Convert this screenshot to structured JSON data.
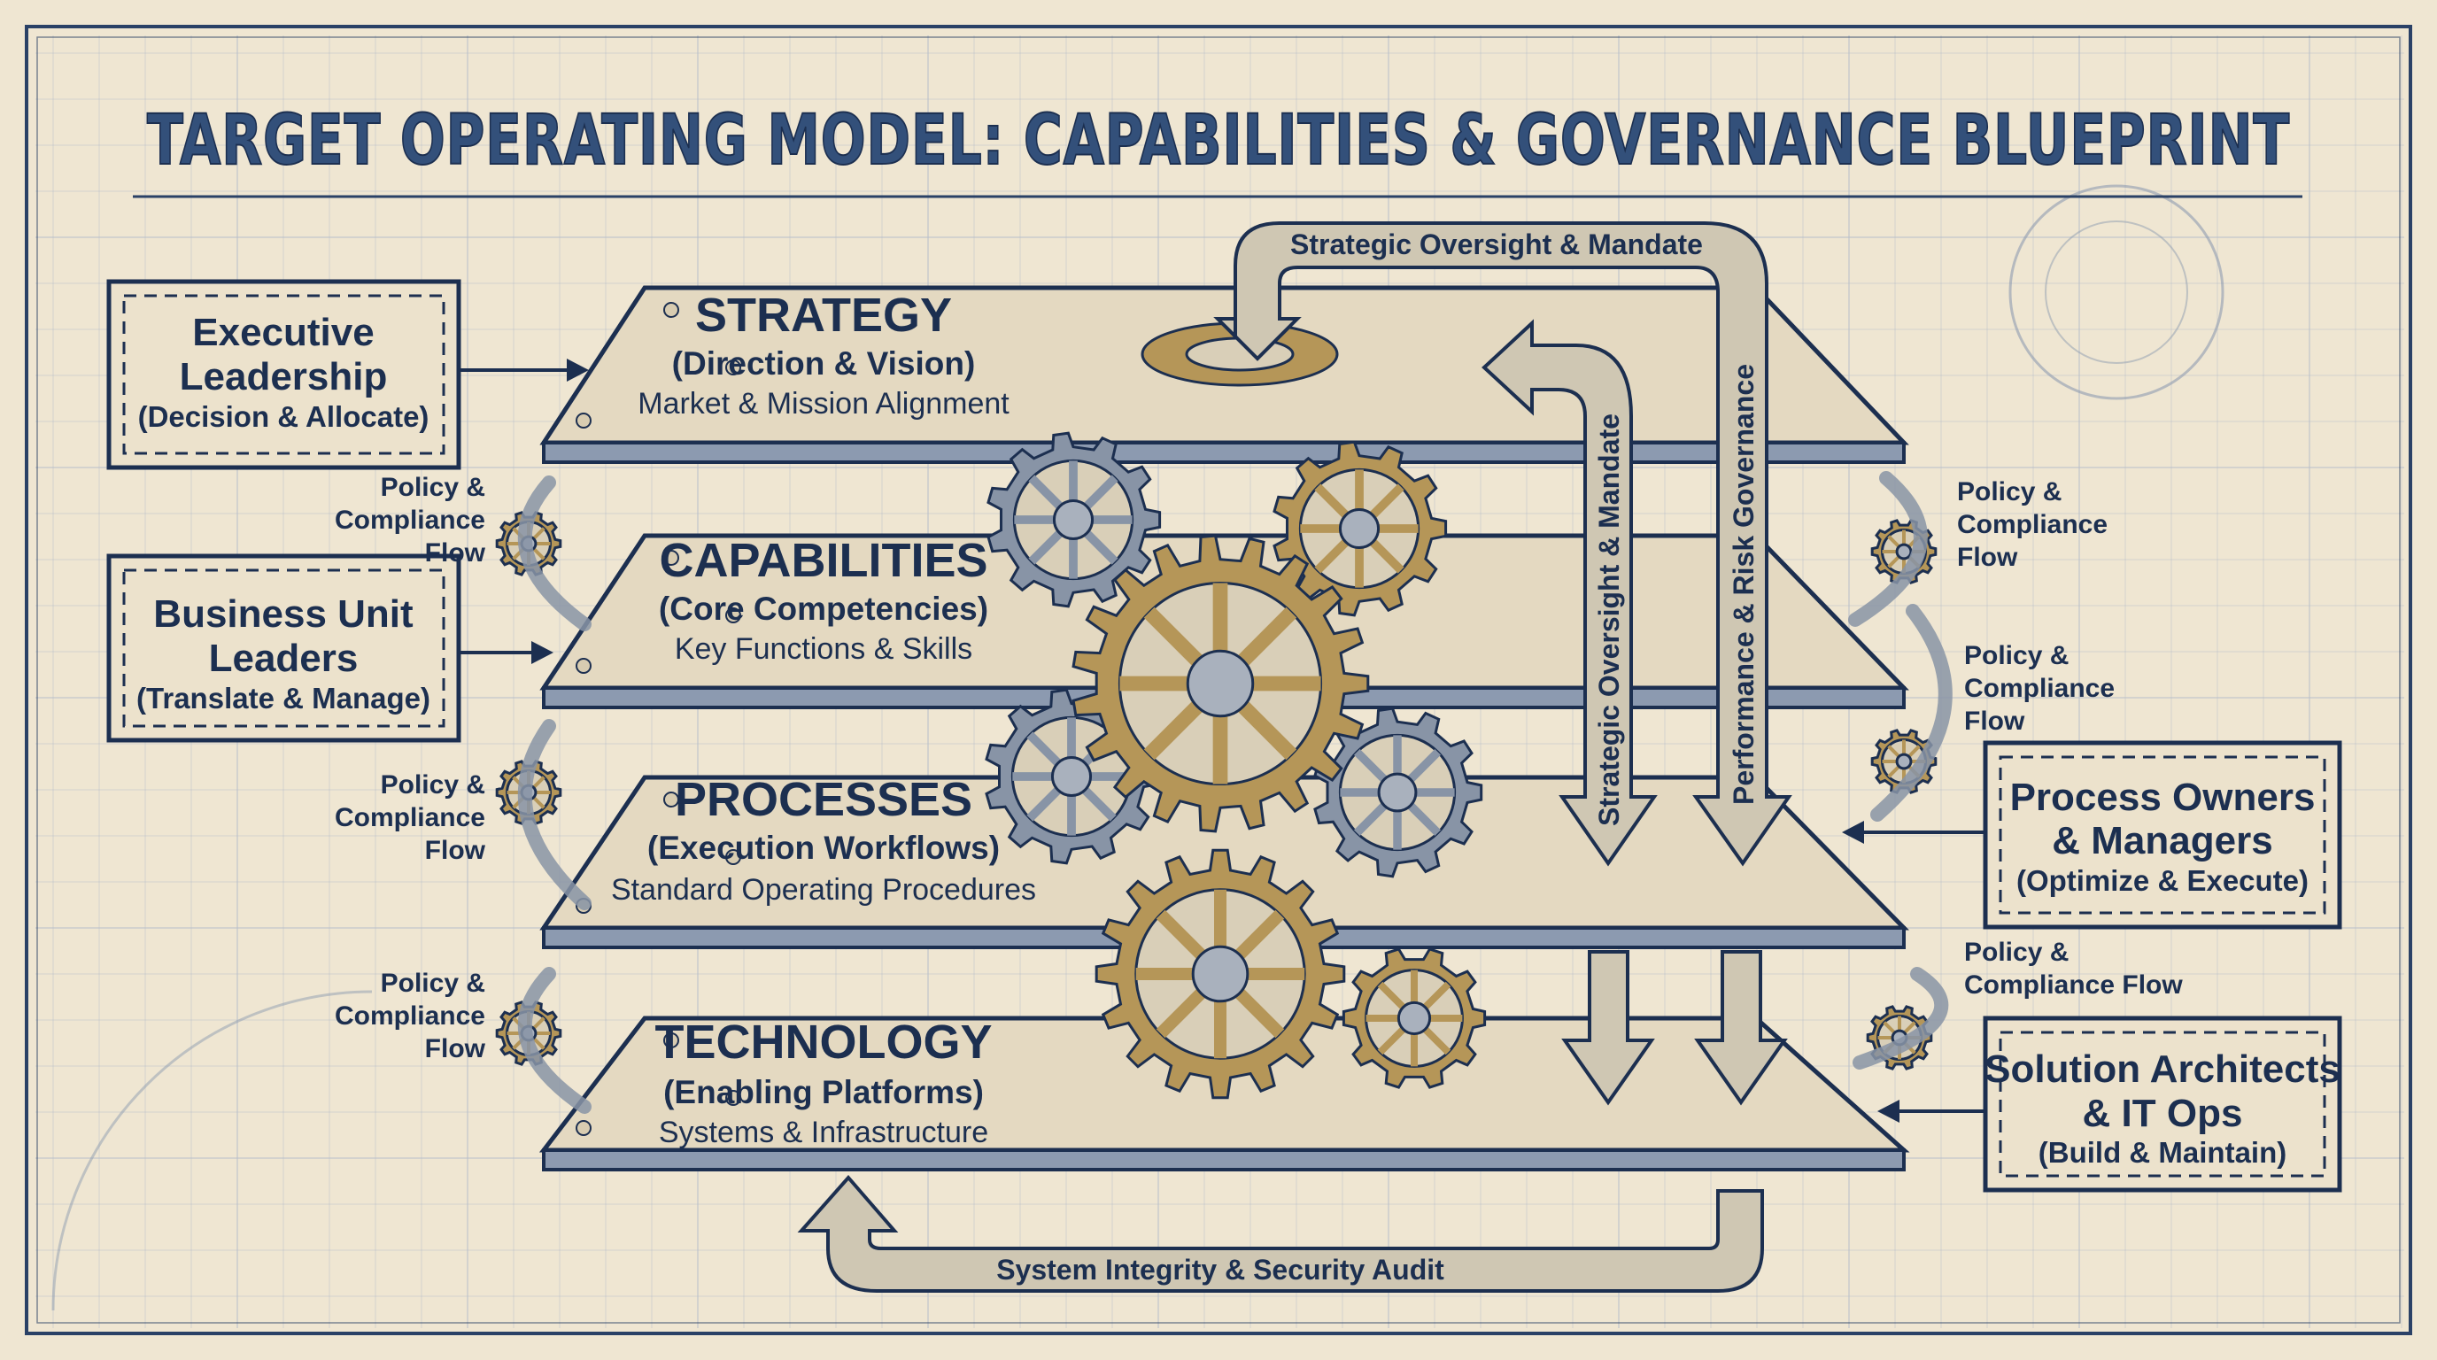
{
  "title": "TARGET OPERATING MODEL: CAPABILITIES & GOVERNANCE BLUEPRINT",
  "layers": [
    {
      "name": "STRATEGY",
      "subtitle": "(Direction & Vision)",
      "description": "Market & Mission Alignment"
    },
    {
      "name": "CAPABILITIES",
      "subtitle": "(Core Competencies)",
      "description": "Key Functions & Skills"
    },
    {
      "name": "PROCESSES",
      "subtitle": "(Execution Workflows)",
      "description": "Standard Operating Procedures"
    },
    {
      "name": "TECHNOLOGY",
      "subtitle": "(Enabling Platforms)",
      "description": "Systems & Infrastructure"
    }
  ],
  "roles": {
    "executive": {
      "line1": "Executive",
      "line2": "Leadership",
      "sub": "(Decision & Allocate)"
    },
    "business_unit": {
      "line1": "Business Unit",
      "line2": "Leaders",
      "sub": "(Translate & Manage)"
    },
    "process_owners": {
      "line1": "Process Owners",
      "line2": "& Managers",
      "sub": "(Optimize & Execute)"
    },
    "solution_architects": {
      "line1": "Solution Architects",
      "line2": "& IT Ops",
      "sub": "(Build & Maintain)"
    }
  },
  "policy_flows": {
    "left": [
      [
        "Policy &",
        "Compliance",
        "Flow"
      ],
      [
        "Policy &",
        "Compliance",
        "Flow"
      ],
      [
        "Policy &",
        "Compliance",
        "Flow"
      ]
    ],
    "right": [
      [
        "Policy &",
        "Compliance",
        "Flow"
      ],
      [
        "Policy &",
        "Compliance",
        "Flow"
      ],
      [
        "Policy &",
        "Compliance Flow"
      ]
    ]
  },
  "governance_arrows": {
    "top_arc": "Strategic Oversight & Mandate",
    "vertical_left": "Strategic Oversight & Mandate",
    "vertical_right": "Performance & Risk Governance",
    "bottom_arc": "System Integrity & Security Audit"
  },
  "colors": {
    "paper": "#efe6d2",
    "ink": "#1c2f50",
    "title": "#33507a",
    "plank": "#e4d9c1",
    "brass": "#b59658",
    "steel": "#8894a6",
    "arrow_fill": "#c9c2b0"
  }
}
